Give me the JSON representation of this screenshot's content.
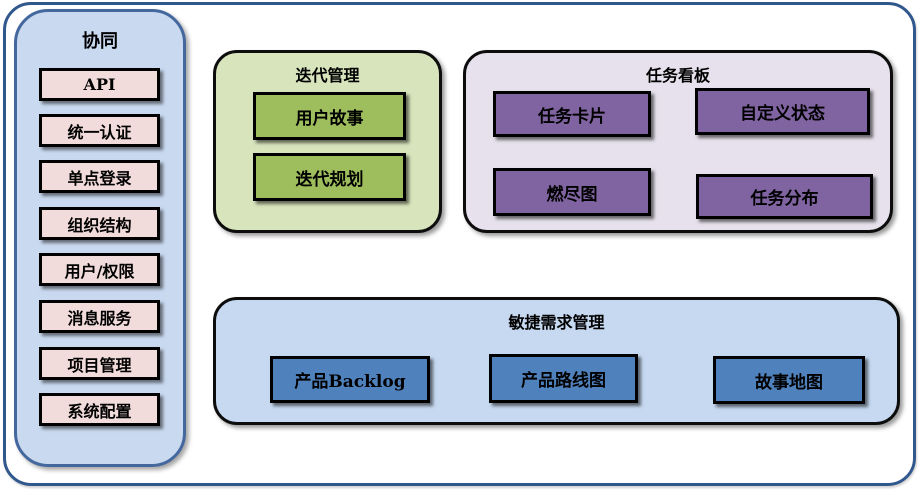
{
  "sidebar": {
    "title": "协同",
    "items": [
      "API",
      "统一认证",
      "单点登录",
      "组织结构",
      "用户/权限",
      "消息服务",
      "项目管理",
      "系统配置"
    ]
  },
  "groups": {
    "iteration": {
      "title": "迭代管理",
      "items": [
        "用户故事",
        "迭代规划"
      ]
    },
    "kanban": {
      "title": "任务看板",
      "items": [
        "任务卡片",
        "自定义状态",
        "燃尽图",
        "任务分布"
      ]
    },
    "requirements": {
      "title": "敏捷需求管理",
      "items": [
        "产品Backlog",
        "产品路线图",
        "故事地图"
      ]
    }
  },
  "colors": {
    "frame_border": "#31588C",
    "sidebar_fill": "#C9D9F0",
    "sidebar_border": "#44689E",
    "sidebar_item_fill": "#F2DCDB",
    "iteration_fill": "#D7E4BC",
    "iteration_item_fill": "#9EBE5D",
    "kanban_fill": "#E6E1EC",
    "kanban_item_fill": "#8064A2",
    "requirements_fill": "#C6D9F1",
    "requirements_item_fill": "#4F81BD",
    "item_border": "#000000",
    "text": "#000000"
  }
}
